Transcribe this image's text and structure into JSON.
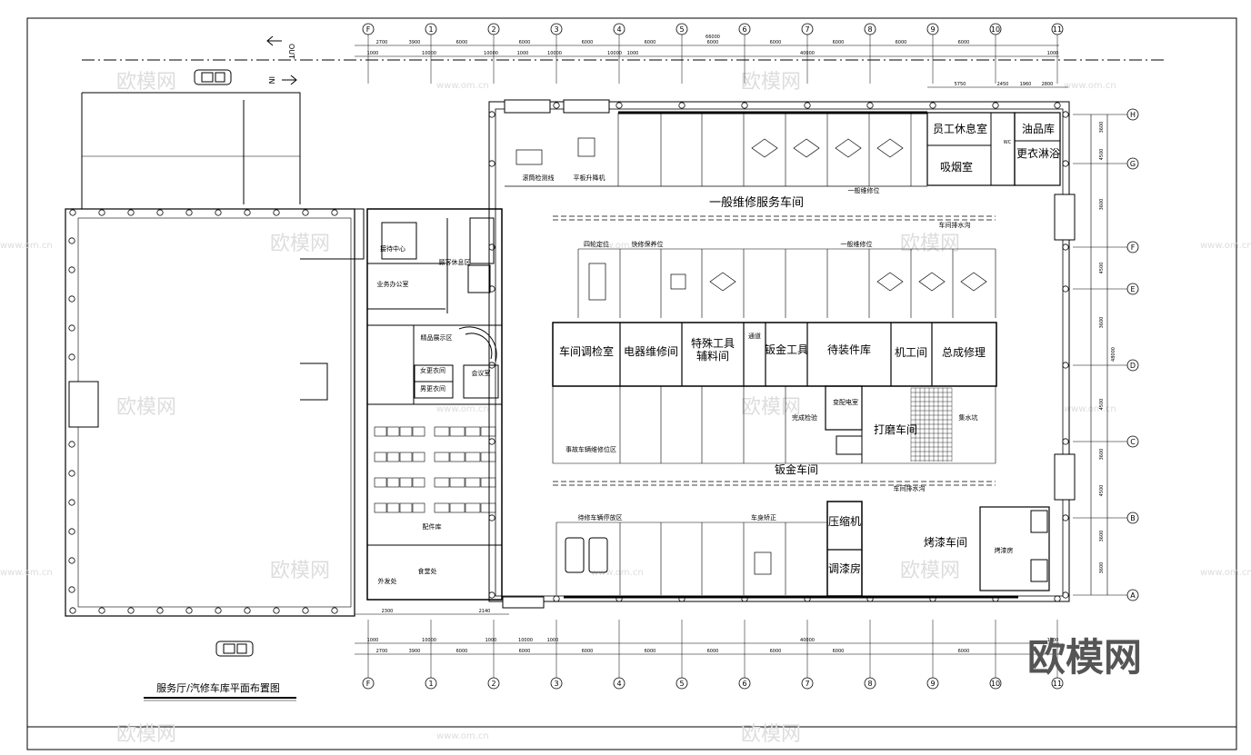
{
  "colors": {
    "line": "#000000",
    "watermark": "#dddddd",
    "logo": "#555555",
    "background": "#ffffff"
  },
  "signs": {
    "out": "OUT",
    "in": "IN"
  },
  "axes": {
    "columns": [
      "F",
      "1",
      "2",
      "3",
      "4",
      "5",
      "6",
      "7",
      "8",
      "9",
      "10",
      "11"
    ],
    "rows": [
      "H",
      "G",
      "F",
      "E",
      "D",
      "C",
      "B",
      "A"
    ]
  },
  "dims": {
    "top_row1": [
      "2700",
      "3900",
      "6000",
      "6000",
      "6000",
      "6000",
      "6000",
      "6000",
      "6000",
      "6000",
      "6000"
    ],
    "top_total": "66000",
    "top_row2": [
      "1000",
      "10000",
      "10000",
      "1000",
      "10000",
      "10000",
      "1000",
      "40000",
      "1000"
    ],
    "top_right": [
      "5750",
      "2450",
      "1960",
      "2800"
    ],
    "bottom_row1": [
      "2300",
      "2140"
    ],
    "bottom_row2": [
      "1000",
      "10000",
      "1000",
      "10000",
      "1000",
      "40000",
      "1000"
    ],
    "bottom_row3": [
      "2700",
      "3900",
      "6000",
      "6000",
      "6000",
      "6000",
      "6000",
      "6000",
      "6000",
      "6000"
    ],
    "right_col": [
      "3600",
      "4500",
      "3600",
      "4500",
      "3600",
      "4500",
      "3600",
      "4500",
      "3600",
      "3600"
    ],
    "right_total": "48000"
  },
  "rooms": {
    "general_service": "一般维修服务车间",
    "general_position_top": "一般维修位",
    "general_position_mid": "一般维修位",
    "staff_lounge": "员工休息室",
    "oil_store": "油品库",
    "locker_shower": "更衣淋浴",
    "smoking": "吸烟室",
    "wc": "WC",
    "tire_balance": "滚筒检测线",
    "flat_lift": "平板升降机",
    "alignment": "四轮定位",
    "quick_service": "快修保养位",
    "workshop_test": "车间调检室",
    "electrical": "电器维修间",
    "special_tools": "特殊工具\n辅料间",
    "passage": "通道",
    "sheet_tools": "钣金工具",
    "parts_wait": "待装件库",
    "machine": "机工间",
    "assembly": "总成修理",
    "sheet_metal": "钣金车间",
    "power_room": "变配电室",
    "grinding": "打磨车间",
    "water_pool": "集水坑",
    "collision_pos": "事故车辆维修位区",
    "completion": "完成检验",
    "paint_shop": "烤漆车间",
    "paint_booth": "烤漆房",
    "compressor": "压缩机",
    "mixing": "调漆房",
    "waiting_area": "待修车辆停放区",
    "body_correction": "车身矫正",
    "drain_top": "车间排水沟",
    "drain_bottom": "车间排水沟",
    "reception": "接待中心",
    "customer_lounge": "顾客休息区",
    "business_office": "业务办公室",
    "boutique": "精品展示区",
    "ladies_changing": "女更衣间",
    "mens_changing": "男更衣间",
    "meeting": "会议室",
    "parts_store": "配件库",
    "outsource": "外发处",
    "canteen": "食堂处"
  },
  "title": "服务厅/汽修车库平面布置图",
  "watermarks": {
    "text": "欧模网",
    "site": "www.om.cn"
  },
  "logo": "欧模网"
}
